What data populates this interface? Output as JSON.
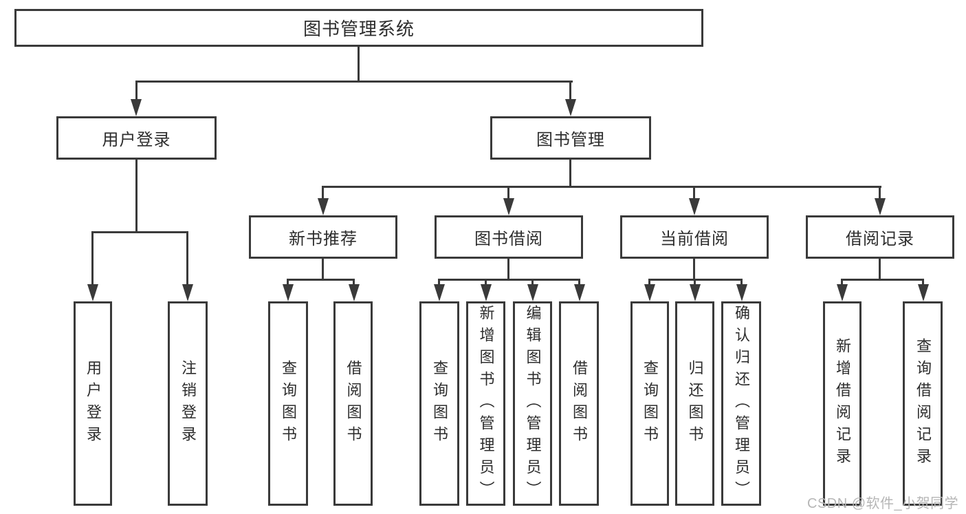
{
  "root": {
    "label": "图书管理系统"
  },
  "branches": [
    {
      "label": "用户登录",
      "leaves": [
        "用户登录",
        "注销登录"
      ]
    },
    {
      "label": "图书管理",
      "groups": [
        {
          "label": "新书推荐",
          "leaves": [
            "查询图书",
            "借阅图书"
          ]
        },
        {
          "label": "图书借阅",
          "leaves": [
            "查询图书",
            "新增图书（管理员）",
            "编辑图书（管理员）",
            "借阅图书"
          ]
        },
        {
          "label": "当前借阅",
          "leaves": [
            "查询图书",
            "归还图书",
            "确认归还（管理员）"
          ]
        },
        {
          "label": "借阅记录",
          "leaves": [
            "新增借阅记录",
            "查询借阅记录"
          ]
        }
      ]
    }
  ],
  "watermark": "CSDN @软件_小贺同学",
  "colors": {
    "line": "#3a3a3a",
    "text": "#2d2d2d",
    "watermark_text": "#b6b6b6",
    "background": "#ffffff"
  }
}
